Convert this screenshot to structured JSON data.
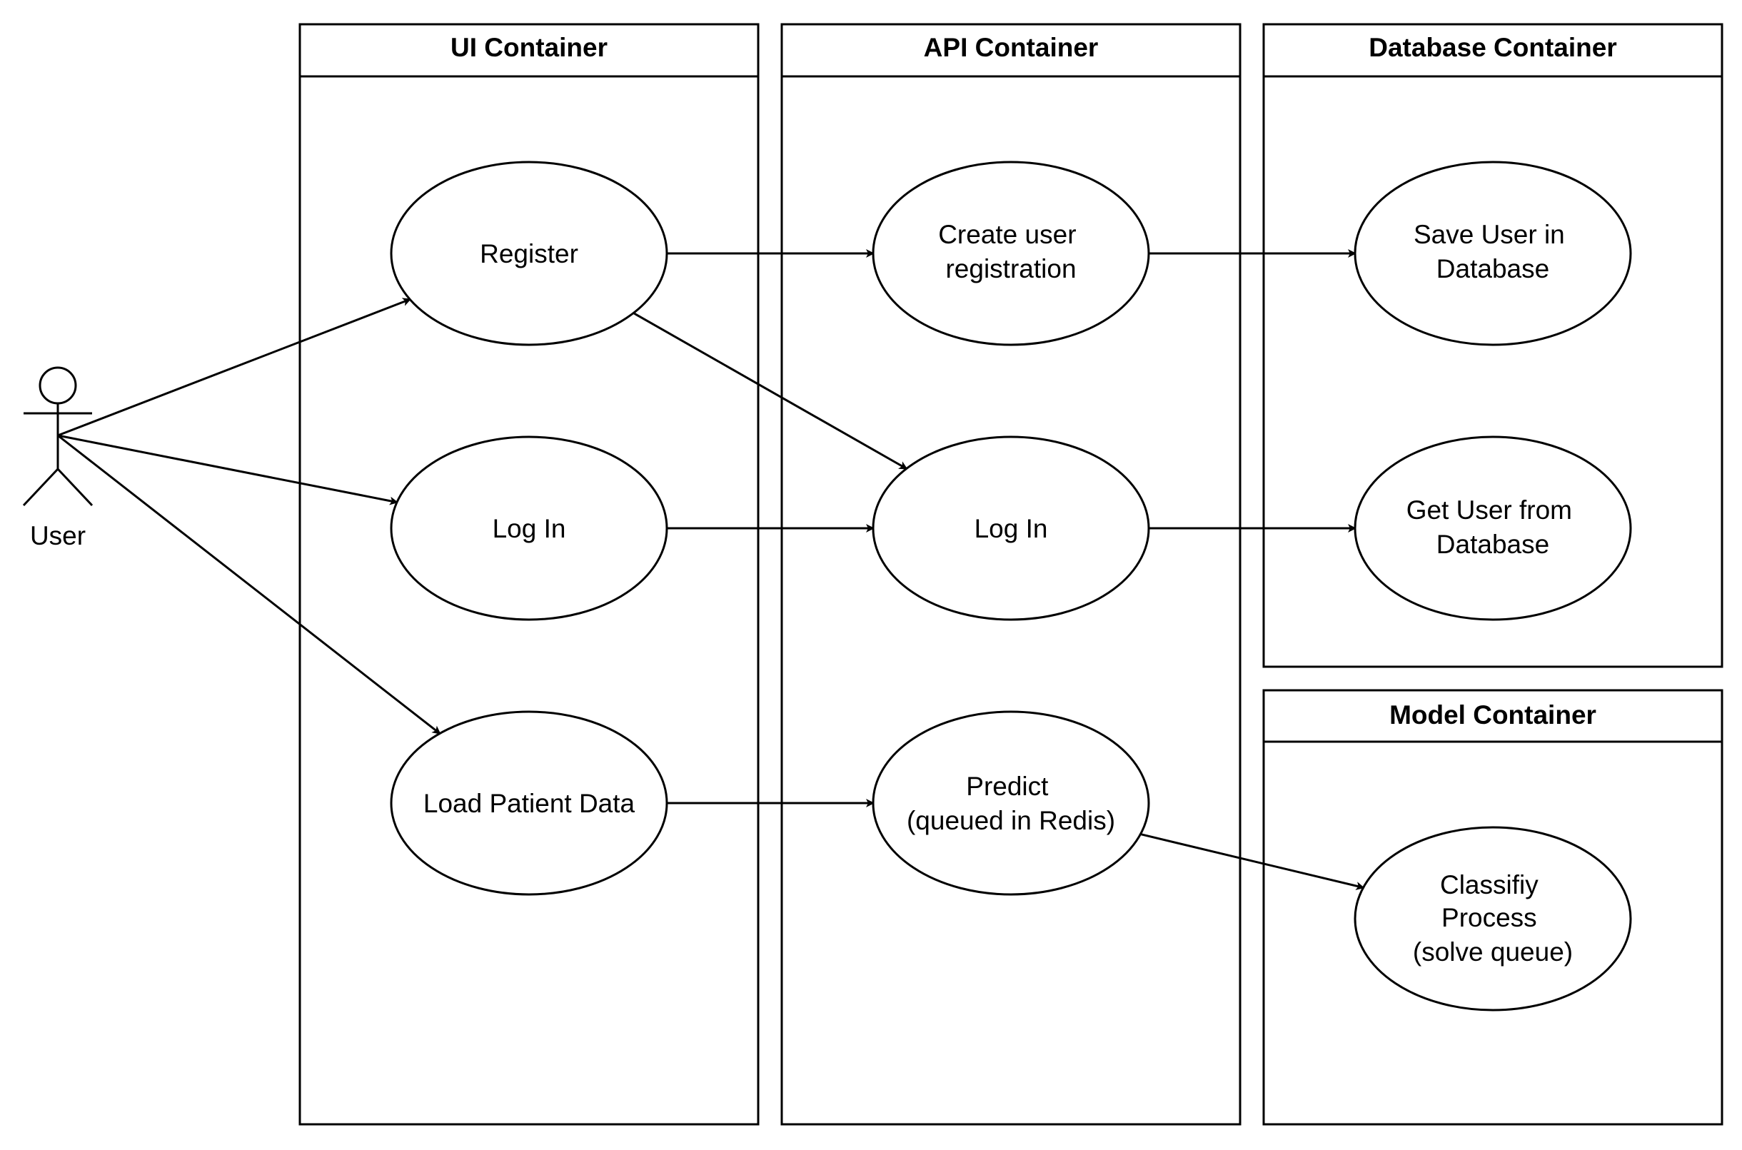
{
  "actor": {
    "name": "User"
  },
  "containers": {
    "ui": {
      "title": "UI Container"
    },
    "api": {
      "title": "API Container"
    },
    "database": {
      "title": "Database Container"
    },
    "model": {
      "title": "Model Container"
    }
  },
  "use_cases": {
    "register": {
      "lines": [
        "Register"
      ]
    },
    "ui_login": {
      "lines": [
        "Log In"
      ]
    },
    "load_patient": {
      "lines": [
        "Load Patient Data"
      ]
    },
    "create_registration": {
      "lines": [
        "Create user",
        "registration"
      ]
    },
    "api_login": {
      "lines": [
        "Log In"
      ]
    },
    "predict": {
      "lines": [
        "Predict",
        "(queued in Redis)"
      ]
    },
    "save_user": {
      "lines": [
        "Save User in",
        "Database"
      ]
    },
    "get_user": {
      "lines": [
        "Get User from",
        "Database"
      ]
    },
    "classify": {
      "lines": [
        "Classifiy",
        "Process",
        "(solve queue)"
      ]
    }
  },
  "edges": [
    {
      "from": "actor",
      "to": "register"
    },
    {
      "from": "actor",
      "to": "ui_login"
    },
    {
      "from": "actor",
      "to": "load_patient"
    },
    {
      "from": "register",
      "to": "create_registration"
    },
    {
      "from": "register",
      "to": "api_login"
    },
    {
      "from": "ui_login",
      "to": "api_login"
    },
    {
      "from": "load_patient",
      "to": "predict"
    },
    {
      "from": "create_registration",
      "to": "save_user"
    },
    {
      "from": "api_login",
      "to": "get_user"
    },
    {
      "from": "predict",
      "to": "classify"
    }
  ]
}
